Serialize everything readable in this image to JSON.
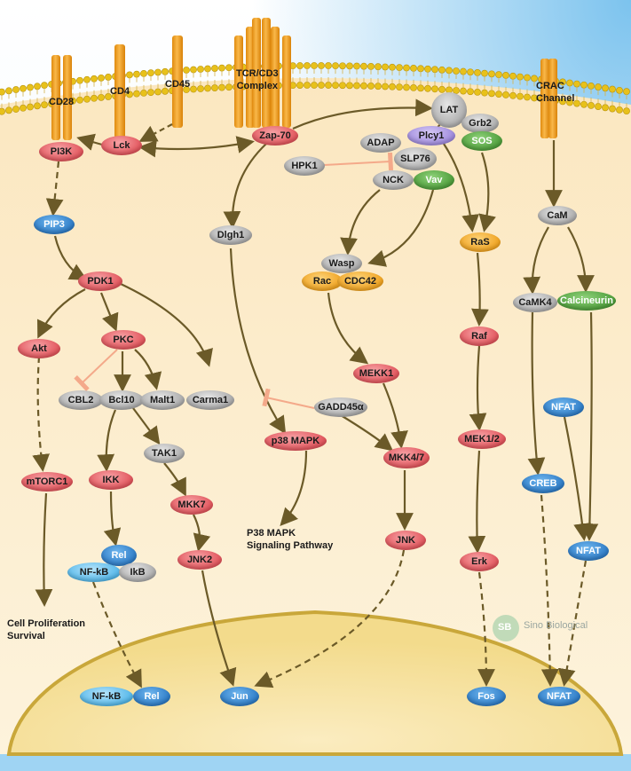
{
  "receptors": {
    "cd28": "CD28",
    "cd4": "CD4",
    "cd45": "CD45",
    "tcr_line1": "TCR/CD3",
    "tcr_line2": "Complex",
    "crac_line1": "CRAC",
    "crac_line2": "Channel"
  },
  "nodes": {
    "pi3k": "PI3K",
    "lck": "Lck",
    "zap70": "Zap-70",
    "lat": "LAT",
    "grb2": "Grb2",
    "sos": "SOS",
    "adap": "ADAP",
    "plcy1": "Plcy1",
    "hpk1": "HPK1",
    "slp76": "SLP76",
    "nck": "NCK",
    "vav": "Vav",
    "pip3": "PIP3",
    "dlgh1": "Dlgh1",
    "ras": "RaS",
    "cam": "CaM",
    "wasp": "Wasp",
    "rac": "Rac",
    "cdc42": "CDC42",
    "pdk1": "PDK1",
    "camk4": "CaMK4",
    "calcineurin": "Calcineurin",
    "akt": "Akt",
    "pkc": "PKC",
    "raf": "Raf",
    "mekk1": "MEKK1",
    "cbl2": "CBL2",
    "bcl10": "Bcl10",
    "malt1": "Malt1",
    "carma1": "Carma1",
    "gadd45a": "GADD45α",
    "nfat_a": "NFAT",
    "p38mapk": "p38 MAPK",
    "tak1": "TAK1",
    "mek12": "MEK1/2",
    "mkk47": "MKK4/7",
    "mtorc1": "mTORC1",
    "ikk": "IKK",
    "creb": "CREB",
    "mkk7": "MKK7",
    "jnk": "JNK",
    "jnk2": "JNK2",
    "erk": "Erk",
    "rel_a": "Rel",
    "nfkb_a": "NF-kB",
    "ikb": "IkB",
    "nfat_b": "NFAT",
    "nfkb_n": "NF-kB",
    "rel_n": "Rel",
    "jun": "Jun",
    "fos": "Fos",
    "nfat_n": "NFAT"
  },
  "texts": {
    "p38_line1": "P38 MAPK",
    "p38_line2": "Signaling Pathway",
    "outcome_line1": "Cell Proliferation",
    "outcome_line2": "Survival"
  },
  "watermark": {
    "logo": "SB",
    "text": "Sino Biological"
  },
  "colors": {
    "background_top": "#9fd4f3",
    "cytoplasm": "#fdf0d0",
    "nucleus": "#f6e3a3",
    "nucleus_edge": "#c9a73a",
    "membrane_bead": "#e8c11a",
    "receptor": "#f2a21e",
    "arrow": "#6b5a28",
    "inhibit": "#f4a98a"
  }
}
